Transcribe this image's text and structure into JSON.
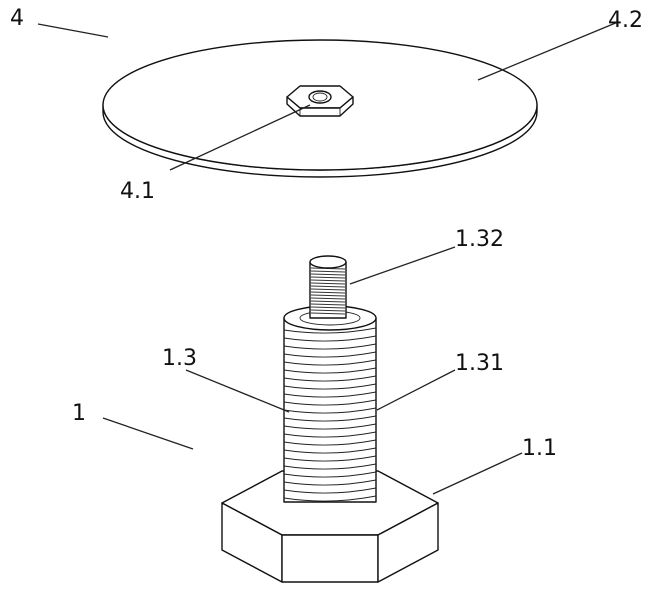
{
  "labels": {
    "plate": "4",
    "plate_disc": "4.2",
    "plate_nut": "4.1",
    "stud": "1.32",
    "thread_body": "1.31",
    "screw": "1.3",
    "assembly": "1",
    "hex_base": "1.1"
  },
  "colors": {
    "ink": "#111111",
    "thread_shade": "#d9d9d9",
    "face_shade": "#f4f4f4"
  }
}
